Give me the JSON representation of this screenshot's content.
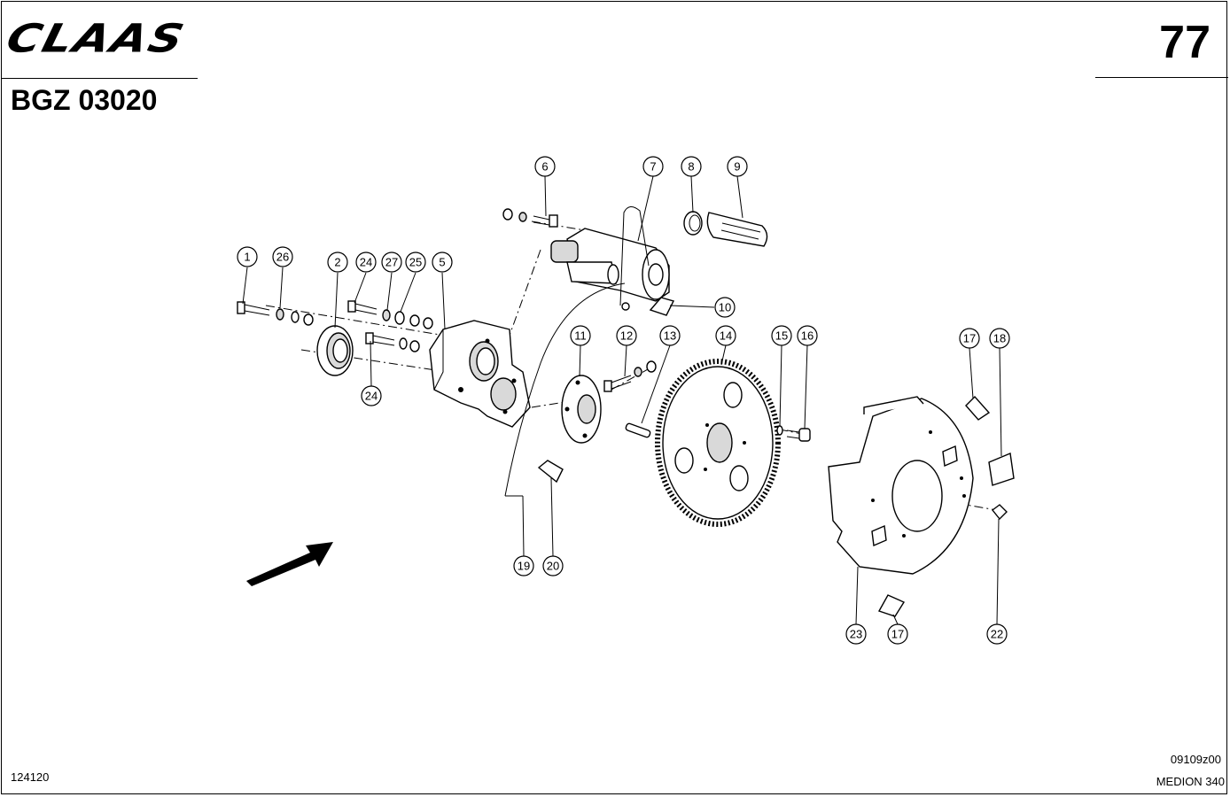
{
  "header": {
    "brand": "CLAAS",
    "page_number": "77",
    "group_code": "BGZ 03020"
  },
  "footer": {
    "drawing_number": "124120",
    "reference_code": "09109z00",
    "model": "MEDION 340"
  },
  "callouts": [
    "1",
    "26",
    "2",
    "24",
    "27",
    "25",
    "5",
    "24",
    "6",
    "7",
    "8",
    "9",
    "10",
    "11",
    "12",
    "13",
    "14",
    "15",
    "16",
    "17",
    "18",
    "19",
    "20",
    "23",
    "17",
    "22"
  ]
}
